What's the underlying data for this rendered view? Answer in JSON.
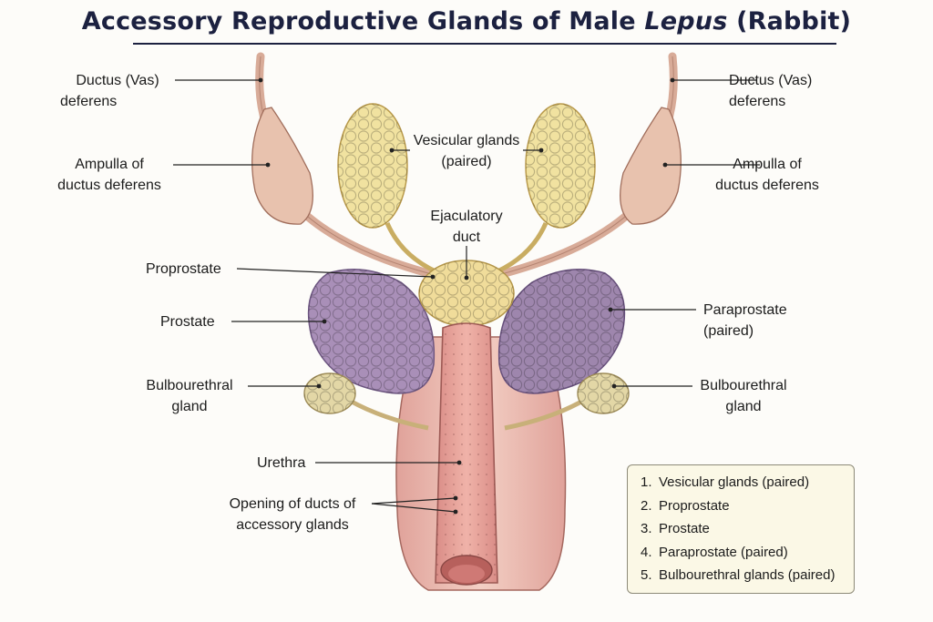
{
  "title": {
    "prefix": "Accessory Reproductive Glands of Male ",
    "genus": "Lepus",
    "suffix": " (Rabbit)"
  },
  "labels": {
    "ductus_left": [
      "Ductus (Vas)",
      "deferens"
    ],
    "ductus_right": [
      "Ductus (Vas)",
      "deferens"
    ],
    "ampulla_left": [
      "Ampulla of",
      "ductus deferens"
    ],
    "ampulla_right": [
      "Ampulla of",
      "ductus deferens"
    ],
    "vesicular": [
      "Vesicular glands",
      "(paired)"
    ],
    "ejaculatory": [
      "Ejaculatory",
      "duct"
    ],
    "proprostate": "Proprostate",
    "prostate": "Prostate",
    "paraprostate": [
      "Paraprostate",
      "(paired)"
    ],
    "bulbo_left": [
      "Bulbourethral",
      "gland"
    ],
    "bulbo_right": [
      "Bulbourethral",
      "gland"
    ],
    "urethra": "Urethra",
    "opening": [
      "Opening of ducts of",
      "accessory glands"
    ]
  },
  "legend": [
    {
      "num": "1.",
      "text": "Vesicular glands (paired)"
    },
    {
      "num": "2.",
      "text": "Proprostate"
    },
    {
      "num": "3.",
      "text": "Prostate"
    },
    {
      "num": "4.",
      "text": "Paraprostate (paired)"
    },
    {
      "num": "5.",
      "text": "Bulbourethral glands (paired)"
    }
  ],
  "colors": {
    "title": "#1c2140",
    "vesicular_gland": "#f1e2a0",
    "proprostate": "#f0dc9a",
    "prostate": "#a98fb8",
    "paraprostate": "#9e86ad",
    "bulbourethral": "#e3d7a6",
    "urethra": "#e6a29a",
    "ductus": "#dcb3a0",
    "legend_background": "#fbf8e6"
  }
}
